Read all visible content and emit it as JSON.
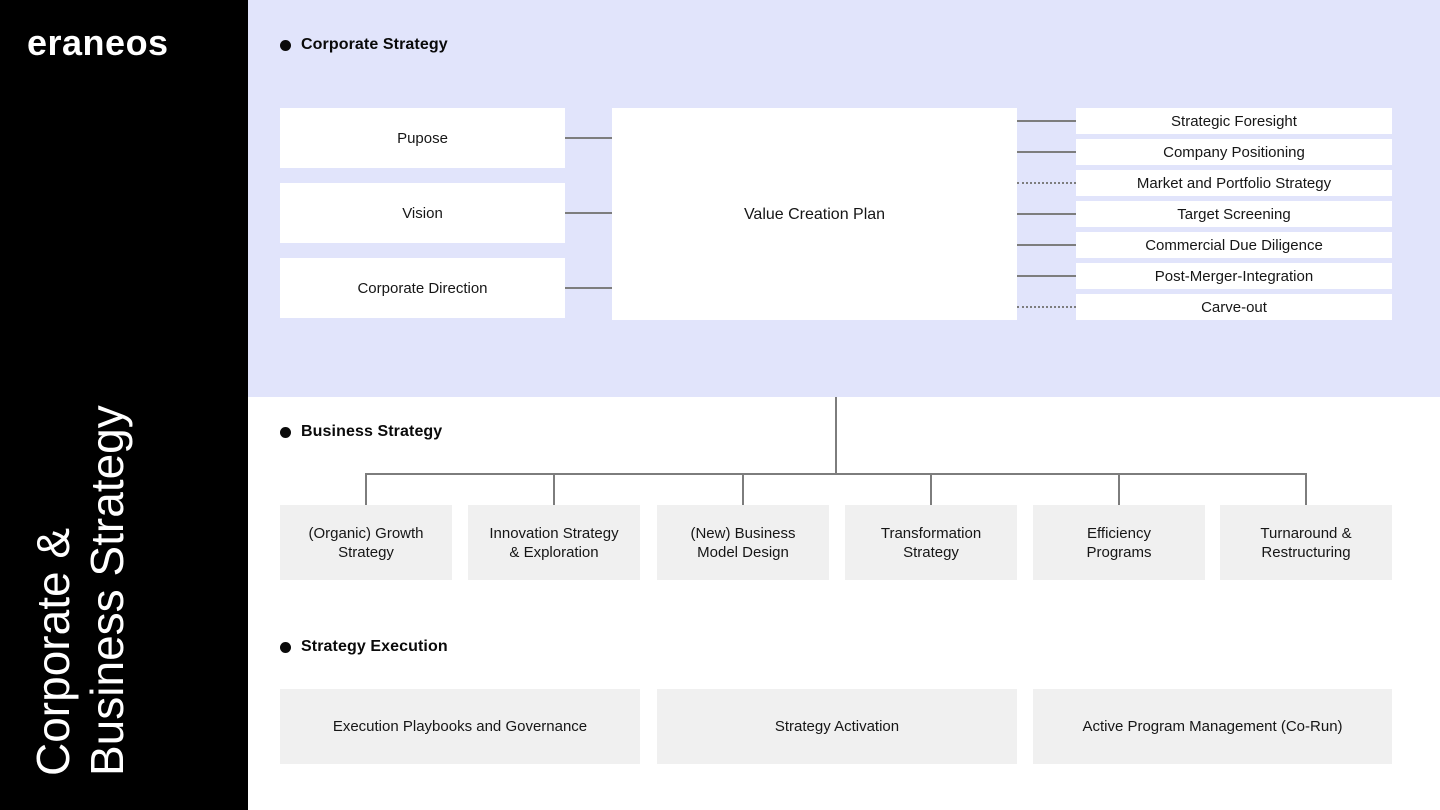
{
  "sidebar": {
    "logo": "eraneos",
    "vertical_title": {
      "line1": "Corporate &",
      "line2": "Business Strategy"
    }
  },
  "corporate": {
    "heading": "Corporate Strategy",
    "pillars": [
      "Pupose",
      "Vision",
      "Corporate Direction"
    ],
    "center_box": "Value Creation Plan",
    "services": [
      {
        "label": "Strategic Foresight",
        "connector": "solid"
      },
      {
        "label": "Company Positioning",
        "connector": "solid"
      },
      {
        "label": "Market and Portfolio Strategy",
        "connector": "dotted"
      },
      {
        "label": "Target Screening",
        "connector": "solid"
      },
      {
        "label": "Commercial Due Diligence",
        "connector": "solid"
      },
      {
        "label": "Post-Merger-Integration",
        "connector": "solid"
      },
      {
        "label": "Carve-out",
        "connector": "dotted"
      }
    ]
  },
  "business": {
    "heading": "Business Strategy",
    "items": [
      {
        "line1": "(Organic) Growth",
        "line2": "Strategy"
      },
      {
        "line1": "Innovation Strategy",
        "line2": "& Exploration"
      },
      {
        "line1": "(New) Business",
        "line2": "Model Design"
      },
      {
        "line1": "Transformation",
        "line2": "Strategy"
      },
      {
        "line1": "Efficiency",
        "line2": "Programs"
      },
      {
        "line1": "Turnaround &",
        "line2": "Restructuring"
      }
    ]
  },
  "execution": {
    "heading": "Strategy Execution",
    "items": [
      "Execution Playbooks and Governance",
      "Strategy Activation",
      "Active Program Management (Co-Run)"
    ]
  },
  "colors": {
    "sidebar_bg": "#000000",
    "panel_bg": "#e1e4fb",
    "node_bg": "#f0f0f0",
    "connector_line": "#7d7d7d",
    "text": "#111111"
  }
}
